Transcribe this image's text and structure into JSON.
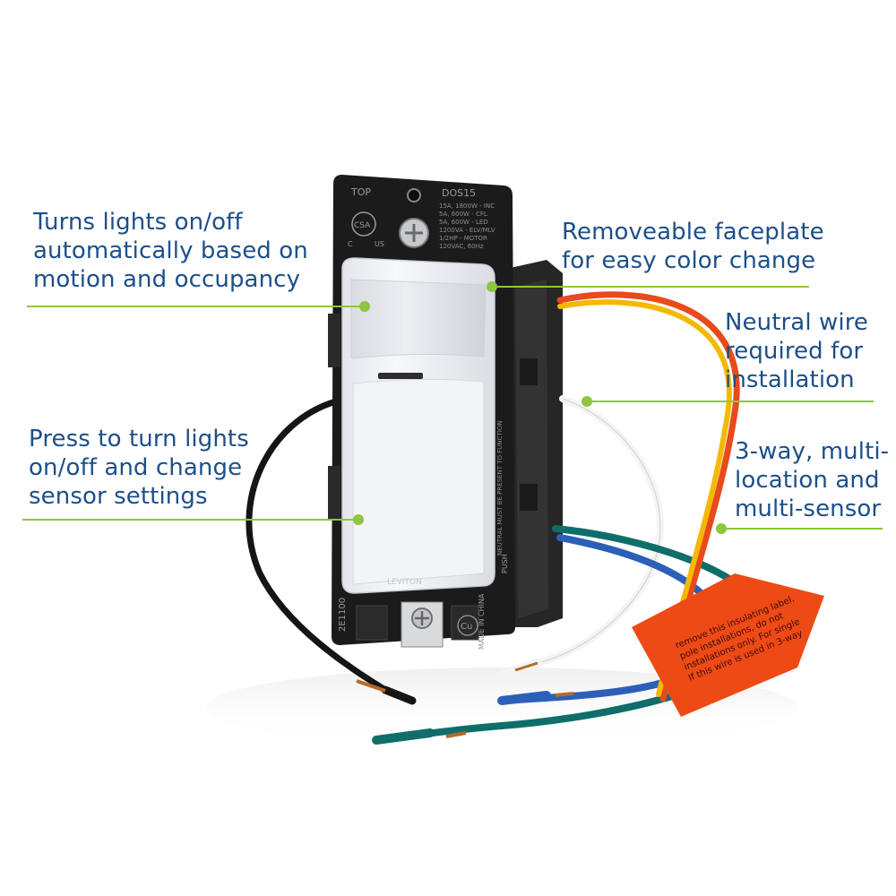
{
  "callouts": {
    "motion": {
      "lines": [
        "Turns lights on/off",
        "automatically based on",
        "motion and occupancy"
      ]
    },
    "press": {
      "lines": [
        "Press to turn lights",
        "on/off and change",
        "sensor settings"
      ]
    },
    "faceplate": {
      "lines": [
        "Removeable faceplate",
        "for easy color change"
      ]
    },
    "neutral": {
      "lines": [
        "Neutral wire",
        "required for",
        "installation"
      ]
    },
    "threeway": {
      "lines": [
        "3-way, multi-",
        "location and",
        "multi-sensor"
      ]
    }
  },
  "device": {
    "top_label": "TOP",
    "model": "DOS15",
    "ratings": [
      "15A, 1800W - INC",
      "5A, 600W - CFL",
      "5A, 600W - LED",
      "1200VA - ELV/MLV",
      "1/2HP - MOTOR",
      "120VAC, 60Hz"
    ],
    "csa_mark": "CSA",
    "csa_c": "C",
    "csa_us": "US",
    "brand": "LEVITON",
    "side_code": "2E1100",
    "origin": "MADE IN CHINA",
    "cu": "Cu",
    "push": "PUSH",
    "side_text": "NEUTRAL MUST BE PRESENT TO FUNCTION"
  },
  "warning_label": {
    "lines": [
      "If this wire is used in 3-way",
      "installations only. For single",
      "pole installations, do not",
      "remove this insulating label."
    ]
  },
  "colors": {
    "callout_text": "#1d4f8a",
    "callout_line": "#8dc63f",
    "housing": "#1c1c1c",
    "faceplate": "#f4f5f7",
    "wire_red": "#e84a1c",
    "wire_yellow": "#f5b800",
    "wire_white": "#f2f2f2",
    "wire_teal": "#0f6e6a",
    "wire_blue": "#2c5fb8",
    "label_orange": "#ee4a16"
  }
}
